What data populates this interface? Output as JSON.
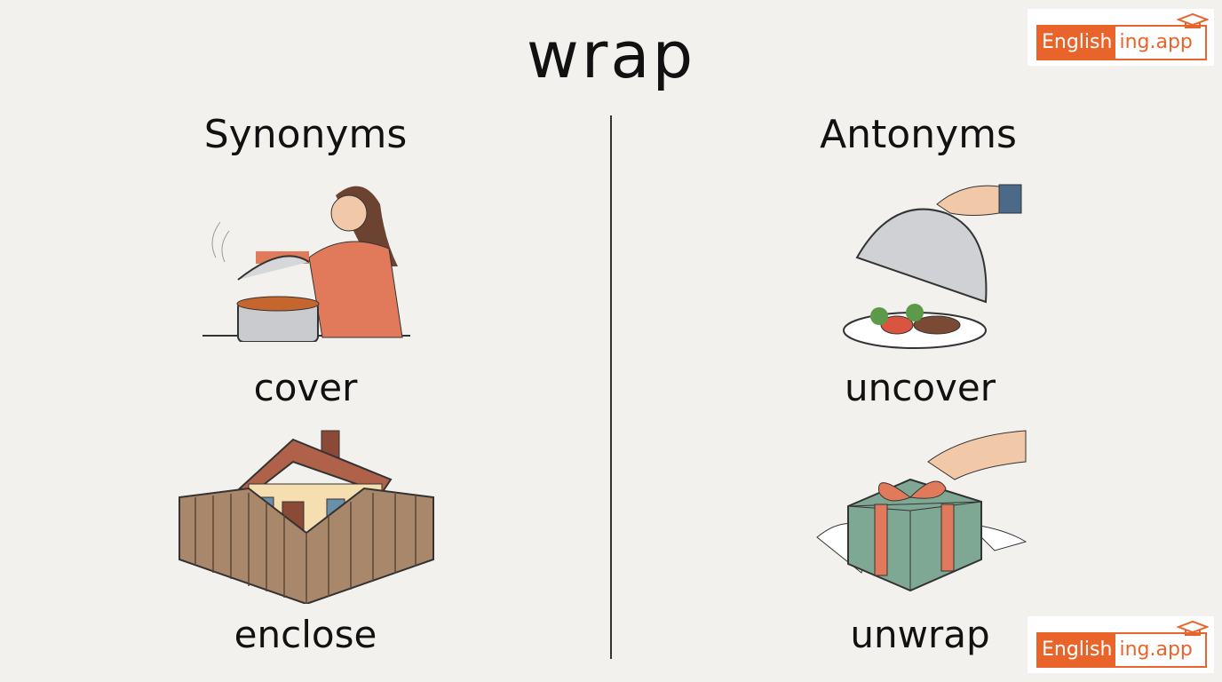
{
  "title": "wrap",
  "synonyms": {
    "heading": "Synonyms",
    "items": [
      {
        "word": "cover",
        "icon": "cooking-pot-lid-icon"
      },
      {
        "word": "enclose",
        "icon": "fenced-house-icon"
      }
    ]
  },
  "antonyms": {
    "heading": "Antonyms",
    "items": [
      {
        "word": "uncover",
        "icon": "cloche-plate-icon"
      },
      {
        "word": "unwrap",
        "icon": "gift-box-icon"
      }
    ]
  },
  "logo": {
    "part1": "English",
    "part2": "ing.app"
  },
  "colors": {
    "accent": "#e8642a",
    "background": "#f3f1ed"
  }
}
